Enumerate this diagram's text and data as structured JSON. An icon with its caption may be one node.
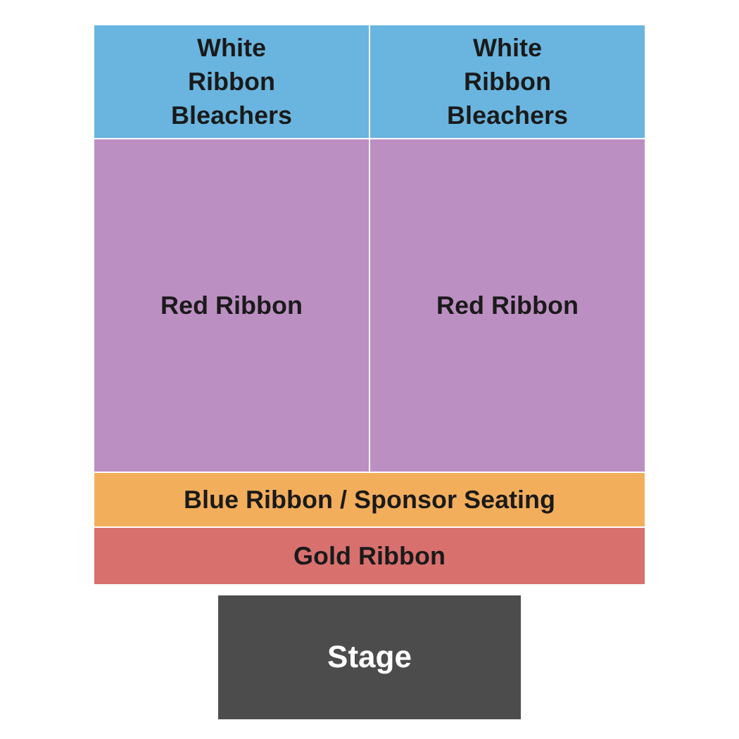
{
  "diagram": {
    "nodes": [
      {
        "text": [
          "White Ribbon Bleachers"
        ]
      },
      {
        "text": [
          "White Ribbon Bleachers"
        ]
      },
      {
        "text": [
          "Red Ribbon"
        ]
      },
      {
        "text": [
          "Red Ribbon"
        ]
      },
      {
        "text": [
          "Blue Ribbon / Sponsor Seating"
        ]
      },
      {
        "text": [
          "Gold Ribbon"
        ]
      },
      {
        "text": [
          "Stage"
        ]
      }
    ]
  }
}
